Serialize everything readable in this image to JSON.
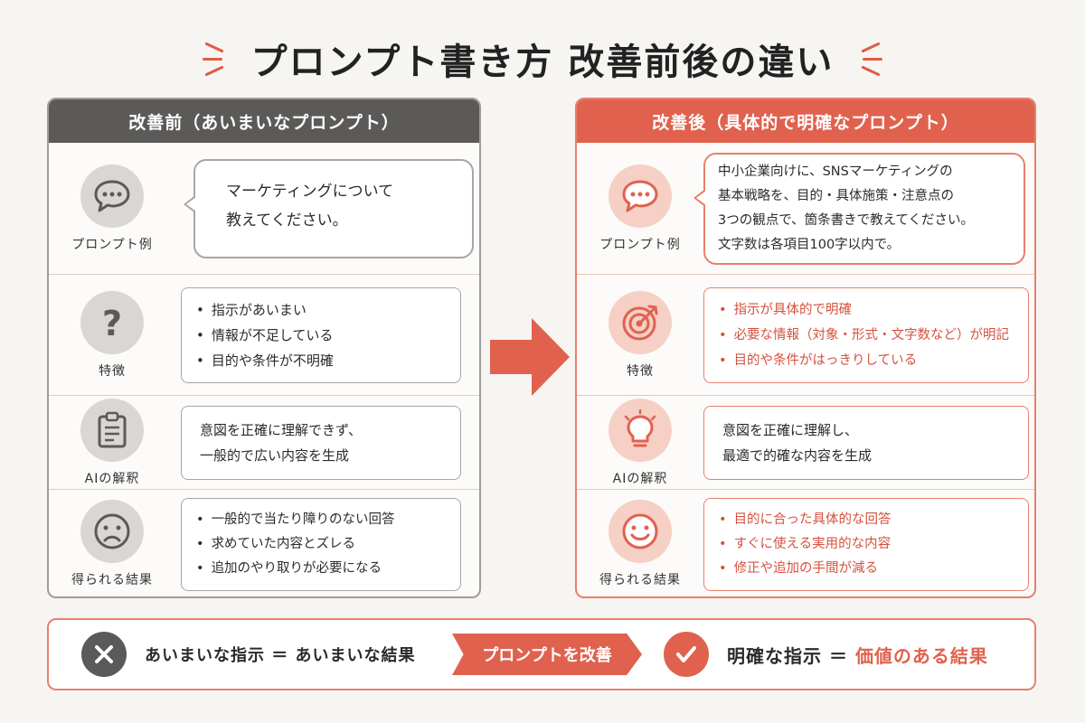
{
  "title": "プロンプト書き方 改善前後の違い",
  "before": {
    "header": "改善前（あいまいなプロンプト）",
    "prompt_label": "プロンプト例",
    "prompt_lines": [
      "マーケティングについて",
      "教えてください。"
    ],
    "feature_label": "特徴",
    "features": [
      "指示があいまい",
      "情報が不足している",
      "目的や条件が不明確"
    ],
    "ai_label": "AIの解釈",
    "ai_lines": [
      "意図を正確に理解できず、",
      "一般的で広い内容を生成"
    ],
    "result_label": "得られる結果",
    "results": [
      "一般的で当たり障りのない回答",
      "求めていた内容とズレる",
      "追加のやり取りが必要になる"
    ]
  },
  "after": {
    "header": "改善後（具体的で明確なプロンプト）",
    "prompt_label": "プロンプト例",
    "prompt_lines": [
      "中小企業向けに、SNSマーケティングの",
      "基本戦略を、目的・具体施策・注意点の",
      "3つの観点で、箇条書きで教えてください。",
      "文字数は各項目100字以内で。"
    ],
    "feature_label": "特徴",
    "features": [
      "指示が具体的で明確",
      "必要な情報（対象・形式・文字数など）が明記",
      "目的や条件がはっきりしている"
    ],
    "ai_label": "AIの解釈",
    "ai_lines": [
      "意図を正確に理解し、",
      "最適で的確な内容を生成"
    ],
    "result_label": "得られる結果",
    "results": [
      "目的に合った具体的な回答",
      "すぐに使える実用的な内容",
      "修正や追加の手間が減る"
    ]
  },
  "summary": {
    "bad": "あいまいな指示 ＝ あいまいな結果",
    "action": "プロンプトを改善",
    "good_prefix": "明確な指示 ＝ ",
    "good_value": "価値のある結果"
  },
  "colors": {
    "accent": "#e0624e",
    "neutral": "#5c5a58"
  },
  "icons": [
    "speech-bubble-icon",
    "question-icon",
    "clipboard-icon",
    "sad-face-icon",
    "target-icon",
    "lightbulb-icon",
    "smile-face-icon",
    "x-icon",
    "check-icon",
    "right-arrow-icon"
  ]
}
